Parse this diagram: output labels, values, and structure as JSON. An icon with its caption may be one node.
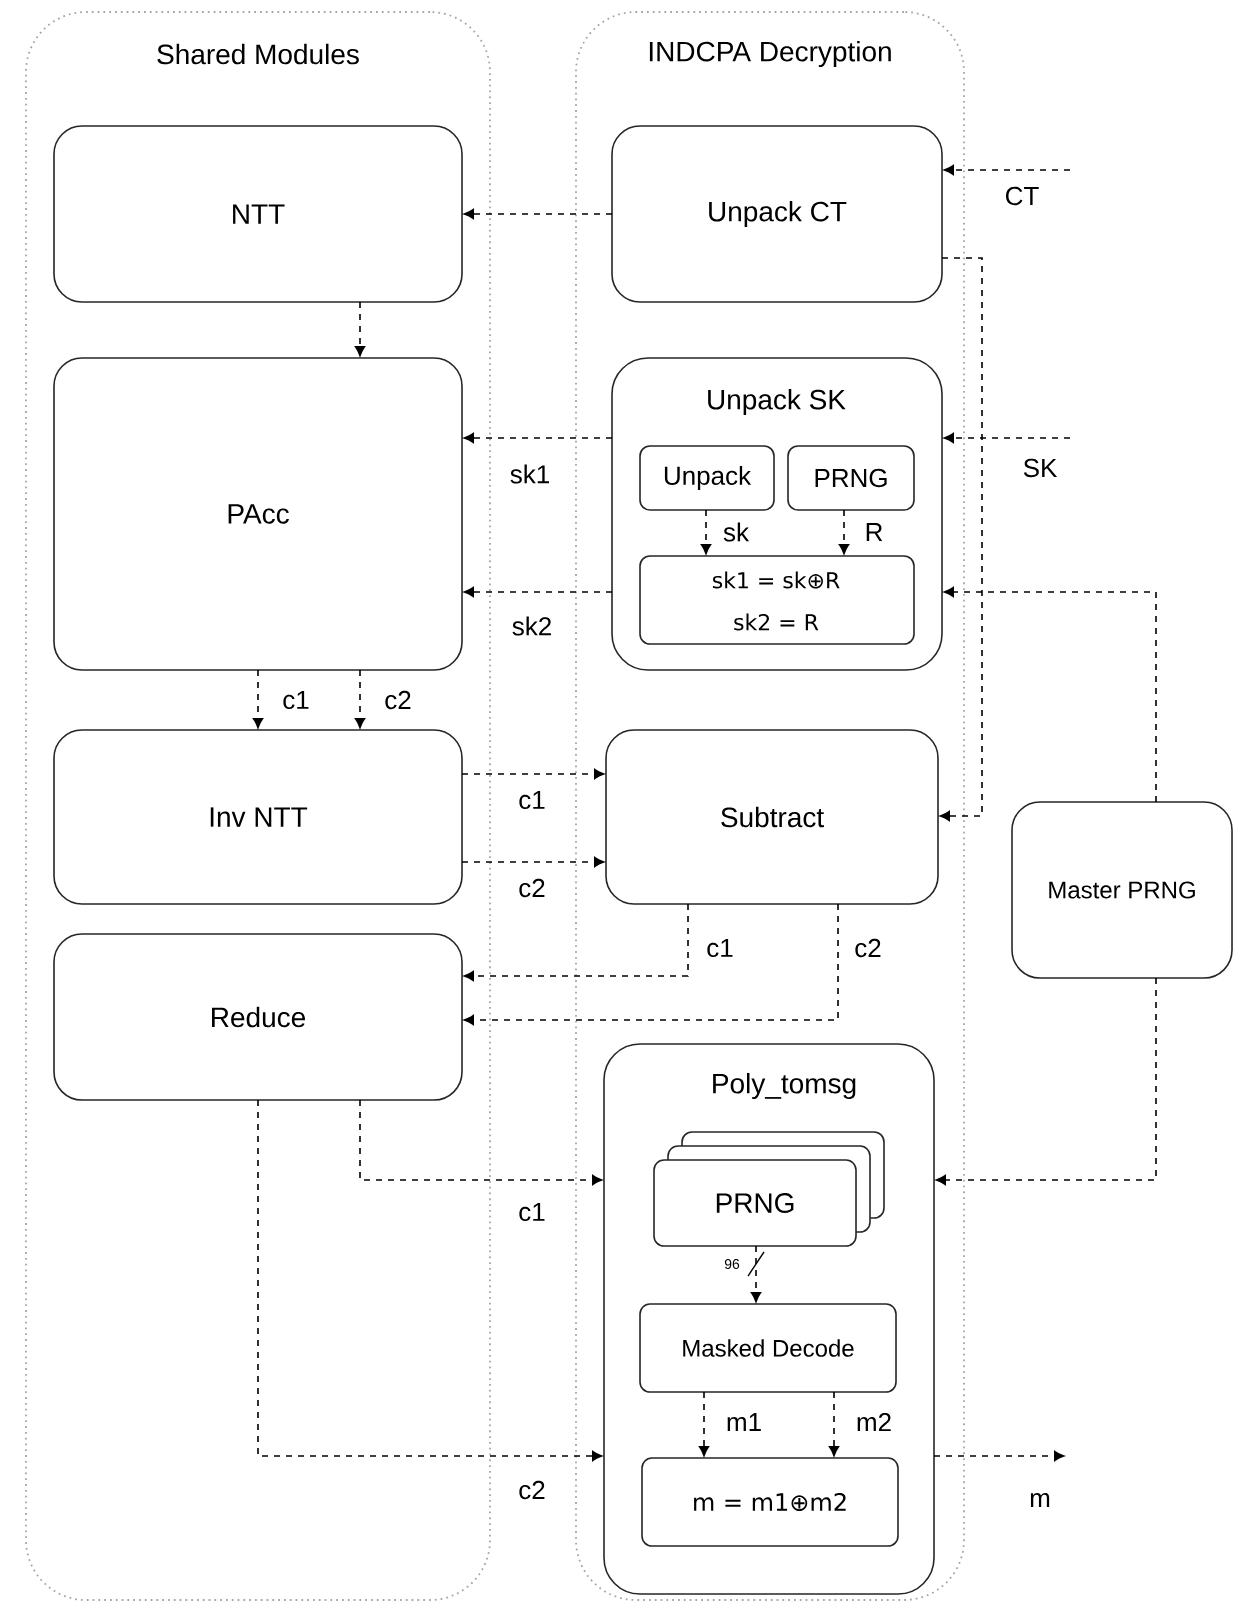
{
  "diagram": {
    "nodes": [
      {
        "text": [
          "Shared Modules"
        ]
      },
      {
        "text": [
          "INDCPA Decryption"
        ]
      },
      {
        "text": [
          "NTT"
        ],
        "in": 0
      },
      {
        "text": [
          "PAcc"
        ],
        "in": 0
      },
      {
        "text": [
          "Inv NTT"
        ],
        "in": 0
      },
      {
        "text": [
          "Reduce"
        ],
        "in": 0
      },
      {
        "text": [
          "Unpack CT"
        ],
        "in": 1
      },
      {
        "text": [
          "Unpack SK"
        ],
        "in": 1
      },
      {
        "text": [
          "Unpack"
        ],
        "in": 7
      },
      {
        "text": [
          "PRNG"
        ],
        "in": 7
      },
      {
        "text": [
          "sk1 = sk⊕R",
          "sk2 = R"
        ],
        "in": 7
      },
      {
        "text": [
          "Subtract"
        ],
        "in": 1
      },
      {
        "text": [
          "Master PRNG"
        ]
      },
      {
        "text": [
          "Poly_tomsg"
        ],
        "in": 1
      },
      {
        "text": [
          "PRNG"
        ],
        "in": 13
      },
      {
        "text": [
          "Masked Decode"
        ],
        "in": 13
      },
      {
        "text": [
          "m = m1⊕m2"
        ],
        "in": 13
      }
    ],
    "edges": [
      {
        "from": 6,
        "to": 2,
        "arrow": "to",
        "style": "dashed"
      },
      {
        "from": null,
        "to": 6,
        "label": "CT",
        "arrow": "to",
        "style": "dashed"
      },
      {
        "from": 2,
        "to": 3,
        "arrow": "to",
        "style": "dashed"
      },
      {
        "from": 7,
        "to": 3,
        "label": "sk1",
        "arrow": "to",
        "style": "dashed"
      },
      {
        "from": 7,
        "to": 3,
        "label": "sk2",
        "arrow": "to",
        "style": "dashed"
      },
      {
        "from": null,
        "to": 7,
        "label": "SK",
        "arrow": "to",
        "style": "dashed"
      },
      {
        "from": 8,
        "to": 10,
        "label": "sk",
        "arrow": "to",
        "style": "dashed"
      },
      {
        "from": 9,
        "to": 10,
        "label": "R",
        "arrow": "to",
        "style": "dashed"
      },
      {
        "from": 12,
        "to": 7,
        "arrow": "to",
        "style": "dashed"
      },
      {
        "from": 6,
        "to": 11,
        "arrow": "to",
        "style": "dashed"
      },
      {
        "from": 3,
        "to": 4,
        "label": "c1",
        "arrow": "to",
        "style": "dashed"
      },
      {
        "from": 3,
        "to": 4,
        "label": "c2",
        "arrow": "to",
        "style": "dashed"
      },
      {
        "from": 4,
        "to": 11,
        "label": "c1",
        "arrow": "to",
        "style": "dashed"
      },
      {
        "from": 4,
        "to": 11,
        "label": "c2",
        "arrow": "to",
        "style": "dashed"
      },
      {
        "from": 11,
        "to": 5,
        "label": "c1",
        "arrow": "to",
        "style": "dashed"
      },
      {
        "from": 11,
        "to": 5,
        "label": "c2",
        "arrow": "to",
        "style": "dashed"
      },
      {
        "from": 5,
        "to": 13,
        "label": "c1",
        "arrow": "to",
        "style": "dashed"
      },
      {
        "from": 5,
        "to": 13,
        "label": "c2",
        "arrow": "to",
        "style": "dashed"
      },
      {
        "from": 12,
        "to": 13,
        "arrow": "to",
        "style": "dashed"
      },
      {
        "from": 14,
        "to": 15,
        "label": "96",
        "arrow": "to",
        "style": "dashed"
      },
      {
        "from": 15,
        "to": 16,
        "label": "m1",
        "arrow": "to",
        "style": "dashed"
      },
      {
        "from": 15,
        "to": 16,
        "label": "m2",
        "arrow": "to",
        "style": "dashed"
      },
      {
        "from": 13,
        "to": null,
        "label": "m",
        "arrow": "to",
        "style": "dashed"
      }
    ]
  }
}
